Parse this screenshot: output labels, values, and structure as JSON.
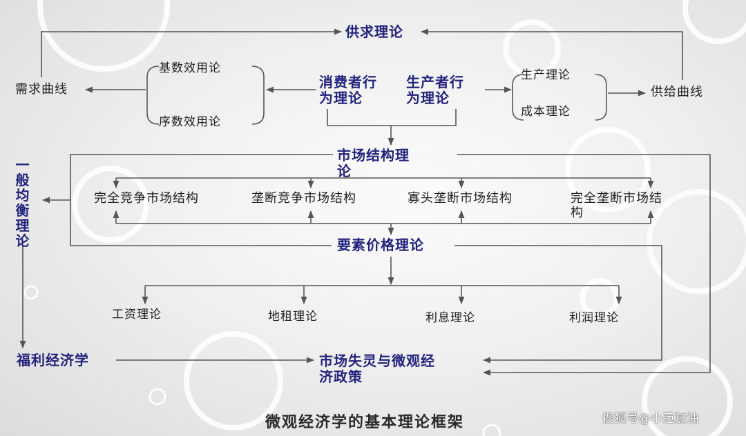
{
  "nodes": {
    "supply_demand_theory": "供求理论",
    "demand_curve": "需求曲线",
    "supply_curve": "供给曲线",
    "cardinal_utility": "基数效用论",
    "ordinal_utility": "序数效用论",
    "consumer_theory_l1": "消费者行",
    "consumer_theory_l2": "为理论",
    "producer_theory_l1": "生产者行",
    "producer_theory_l2": "为理论",
    "production_theory": "生产理论",
    "cost_theory": "成本理论",
    "market_structure_l1": "市场结构理",
    "market_structure_l2": "论",
    "general_equilibrium": "一般均衡理论",
    "perfect_competition": "完全竞争市场结构",
    "monopolistic_competition": "垄断竞争市场结构",
    "oligopoly": "寡头垄断市场结构",
    "perfect_monopoly_l1": "完全垄断市场结",
    "perfect_monopoly_l2": "构",
    "factor_price_theory": "要素价格理论",
    "wage_theory": "工资理论",
    "rent_theory": "地租理论",
    "interest_theory": "利息理论",
    "profit_theory": "利润理论",
    "welfare_economics": "福利经济学",
    "market_failure_l1": "市场失灵与微观经",
    "market_failure_l2": "济政策"
  },
  "caption": "微观经济学的基本理论框架",
  "watermark": "搜狐号@小范加油",
  "colors": {
    "line": "#555555",
    "node_text": "#23237d",
    "body_text": "#1e1e1e",
    "watermark_text": "#ffffff"
  }
}
